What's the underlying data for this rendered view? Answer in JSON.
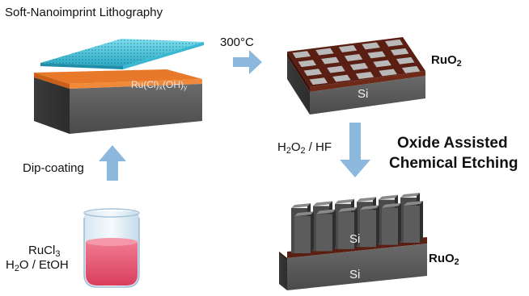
{
  "labels": {
    "title": "Soft-Nanoimprint Lithography",
    "temperature": "300°C",
    "precursor_film": {
      "base": "Ru(Cl)",
      "sub1": "x",
      "mid": "(OH)",
      "sub2": "y"
    },
    "dip_coating": "Dip-coating",
    "ruo2_top": {
      "base": "RuO",
      "sub": "2"
    },
    "si_top": "Si",
    "etchant": {
      "p1": "H",
      "s1": "2",
      "p2": "O",
      "s2": "2",
      "p3": " / HF"
    },
    "process_line1": "Oxide Assisted",
    "process_line2": "Chemical Etching",
    "solution_line1": {
      "base": "RuCl",
      "sub": "3"
    },
    "solution_line2": {
      "p1": "H",
      "s1": "2",
      "p2": "O / EtOH"
    },
    "si_pillars": "Si",
    "si_bottom": "Si",
    "ruo2_bottom": {
      "base": "RuO",
      "sub": "2"
    }
  },
  "colors": {
    "block_front": "#5a5a5a",
    "block_side": "#3e3e3e",
    "block_top": "#7a7a7a",
    "ruo2_layer": "#e8792a",
    "ruo2_dark": "#5a1e12",
    "stamp": "#4ccbe0",
    "arrow": "#8db8de",
    "liquid": "#ec5d78",
    "pad": "#b9b9b9"
  }
}
